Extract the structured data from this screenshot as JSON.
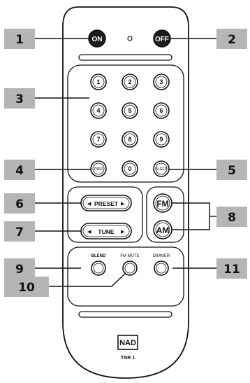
{
  "remote": {
    "brand_logo": "NAD",
    "model": "TNR 1",
    "buttons": {
      "on": "ON",
      "off": "OFF",
      "numbers": [
        "1",
        "2",
        "3",
        "4",
        "5",
        "6",
        "7",
        "8",
        "9"
      ],
      "disp": "DISP",
      "zero": "0",
      "sleep": "SLEEP",
      "preset": "PRESET",
      "tune": "TUNE",
      "fm": "FM",
      "am": "AM",
      "blend": "BLEND",
      "fm_mute": "FM MUTE",
      "dimmer": "DIMMER"
    }
  },
  "callouts": [
    "1",
    "2",
    "3",
    "4",
    "5",
    "6",
    "7",
    "8",
    "9",
    "10",
    "11"
  ],
  "colors": {
    "callout_box": "#b5b5b5",
    "outline": "#111111",
    "on_off_fill": "#1a1a1a"
  }
}
